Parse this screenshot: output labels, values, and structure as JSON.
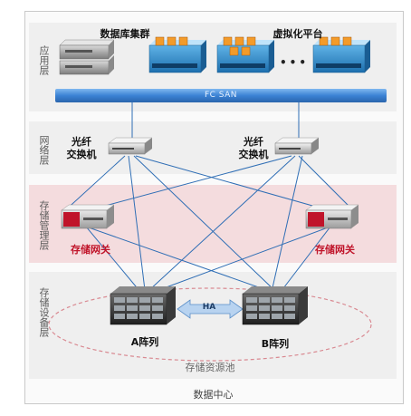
{
  "layers": {
    "application": "应用层",
    "network": "网络层",
    "storage_mgmt": "存储管理层",
    "storage_device": "存储设备层"
  },
  "labels": {
    "db_cluster": "数据库集群",
    "virtualization": "虚拟化平台",
    "fc_san": "FC SAN",
    "switch_left": "光纤\n交换机",
    "switch_right": "光纤\n交换机",
    "gateway_left": "存储网关",
    "gateway_right": "存储网关",
    "ha": "HA",
    "array_a": "A阵列",
    "array_b": "B阵列",
    "storage_pool": "存储资源池",
    "datacenter": "数据中心",
    "ellipsis": "•••"
  },
  "colors": {
    "san_bar": "#3b82d4",
    "mgmt_band": "#f4dcde",
    "gateway_red": "#c0142a",
    "wire": "#2f6eb5"
  }
}
